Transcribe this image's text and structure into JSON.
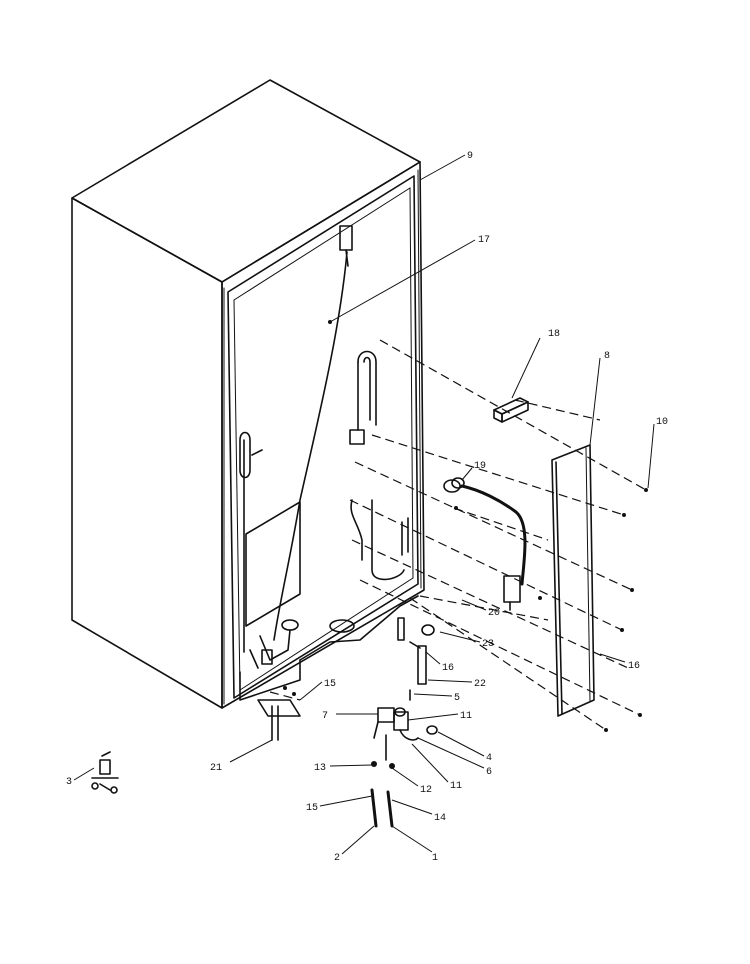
{
  "diagram": {
    "part_labels": {
      "p1": "1",
      "p2": "2",
      "p3": "3",
      "p4": "4",
      "p5": "5",
      "p6": "6",
      "p7": "7",
      "p8": "8",
      "p9": "9",
      "p10": "10",
      "p11a": "11",
      "p11b": "11",
      "p12": "12",
      "p13": "13",
      "p14": "14",
      "p15a": "15",
      "p15b": "15",
      "p16a": "16",
      "p16b": "16",
      "p17": "17",
      "p18": "18",
      "p19": "19",
      "p20": "20",
      "p21": "21",
      "p22": "22",
      "p23": "23"
    }
  }
}
